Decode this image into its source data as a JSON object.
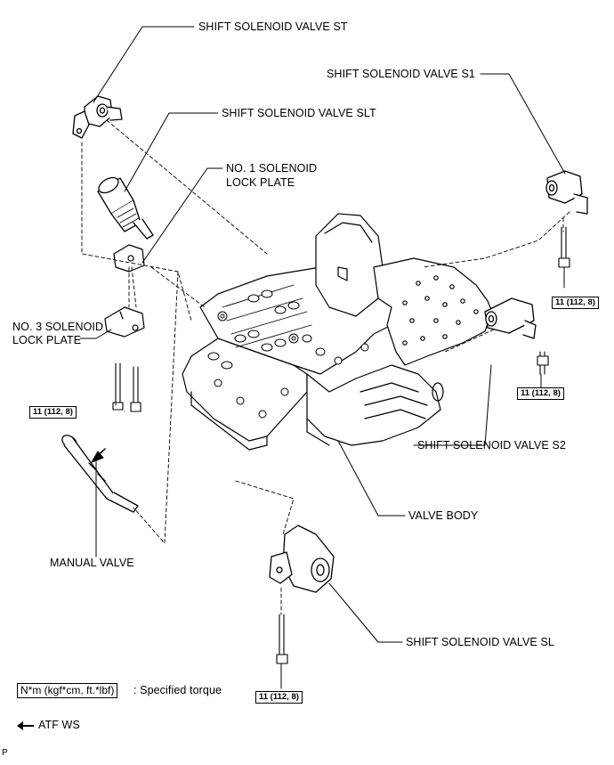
{
  "labels": {
    "st": "SHIFT SOLENOID VALVE ST",
    "slt": "SHIFT SOLENOID VALVE SLT",
    "lock1_line1": "NO. 1 SOLENOID",
    "lock1_line2": "LOCK PLATE",
    "s1": "SHIFT SOLENOID VALVE S1",
    "lock3_line1": "NO. 3 SOLENOID",
    "lock3_line2": "LOCK PLATE",
    "s2": "SHIFT SOLENOID VALVE S2",
    "valve_body": "VALVE BODY",
    "manual_valve": "MANUAL VALVE",
    "sl": "SHIFT SOLENOID VALVE SL"
  },
  "torques": {
    "s1_bolt": "11 (112, 8)",
    "s2_bolt": "11 (112, 8)",
    "lock3_bolts": "11 (112, 8)",
    "sl_bolt": "11 (112, 8)"
  },
  "legend": {
    "torque_box": "N*m (kgf*cm, ft.*lbf)",
    "torque_text": ": Specified torque",
    "atf_text": "ATF WS"
  },
  "corner_mark": "P"
}
